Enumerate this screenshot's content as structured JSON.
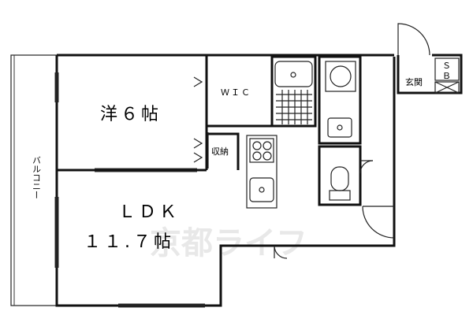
{
  "rooms": {
    "western_room": "洋６帖",
    "wic": "ＷＩＣ",
    "storage": "収納",
    "ldk_name": "ＬＤＫ",
    "ldk_size": "１１.７帖",
    "balcony": "バルコニー",
    "entrance": "玄関",
    "shoe_box_top": "Ｓ",
    "shoe_box_bottom": "Ｂ"
  },
  "watermark": "京都ライフ"
}
